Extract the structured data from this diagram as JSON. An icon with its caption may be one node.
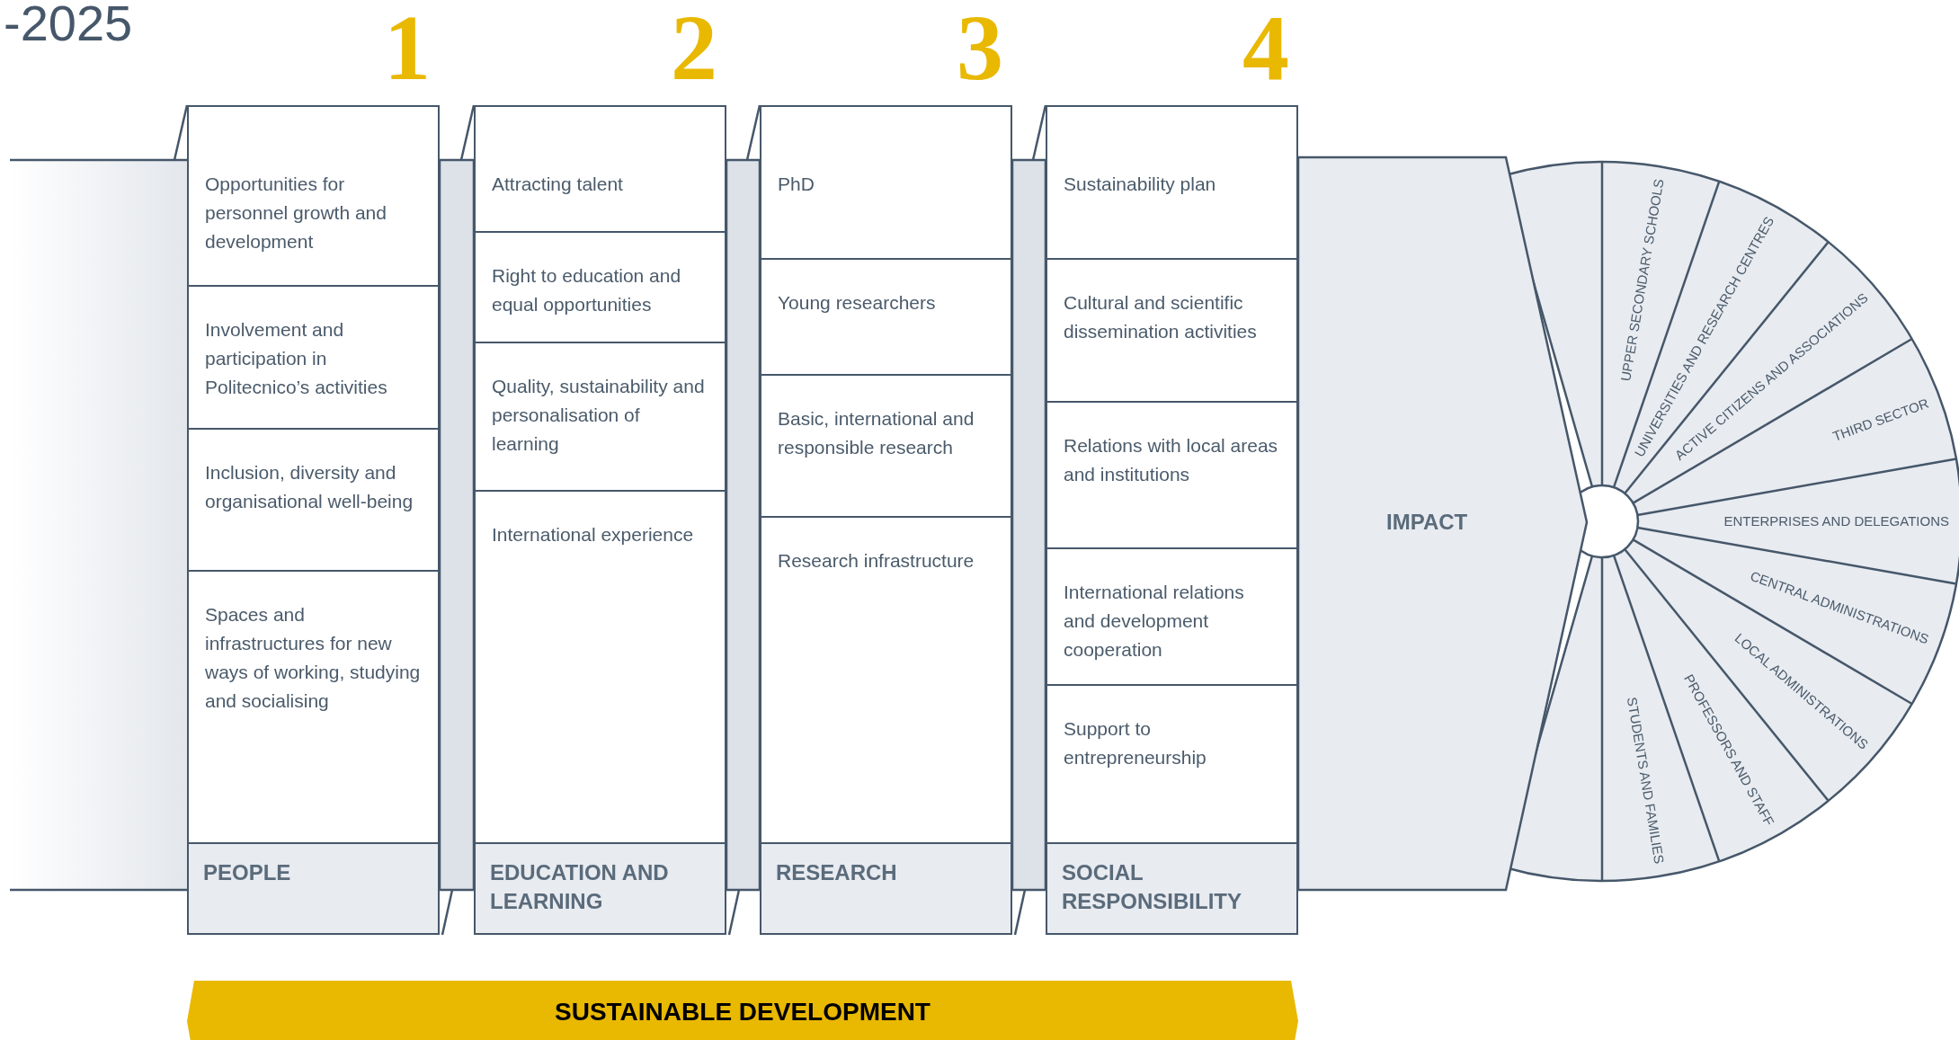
{
  "diagram": {
    "nodes": [
      {
        "text": [
          "PEOPLE"
        ],
        "beside": [
          "1"
        ]
      },
      {
        "text": [
          "Opportunities for personnel growth and development"
        ],
        "in": 0
      },
      {
        "text": [
          "Involvement and participation in Politecnico’s activities"
        ],
        "in": 0
      },
      {
        "text": [
          "Inclusion, diversity and organisational well-being"
        ],
        "in": 0
      },
      {
        "text": [
          "Spaces and infrastructures for new ways of working, studying and socialising"
        ],
        "in": 0
      },
      {
        "text": [
          "EDUCATION AND LEARNING"
        ],
        "beside": [
          "2"
        ]
      },
      {
        "text": [
          "Attracting talent"
        ],
        "in": 5
      },
      {
        "text": [
          "Right to education and equal opportunities"
        ],
        "in": 5
      },
      {
        "text": [
          "Quality, sustainability and personalisation of learning"
        ],
        "in": 5
      },
      {
        "text": [
          "International experience"
        ],
        "in": 5
      },
      {
        "text": [
          "RESEARCH"
        ],
        "beside": [
          "3"
        ]
      },
      {
        "text": [
          "PhD"
        ],
        "in": 10
      },
      {
        "text": [
          "Young researchers"
        ],
        "in": 10
      },
      {
        "text": [
          "Basic, international and responsible research"
        ],
        "in": 10
      },
      {
        "text": [
          "Research infrastructure"
        ],
        "in": 10
      },
      {
        "text": [
          "SOCIAL RESPONSIBILITY"
        ],
        "beside": [
          "4"
        ]
      },
      {
        "text": [
          "Sustainability plan"
        ],
        "in": 15
      },
      {
        "text": [
          "Cultural and scientific dissemination activities"
        ],
        "in": 15
      },
      {
        "text": [
          "Relations with local areas and institutions"
        ],
        "in": 15
      },
      {
        "text": [
          "International relations and development cooperation"
        ],
        "in": 15
      },
      {
        "text": [
          "Support to entrepreneurship"
        ],
        "in": 15
      },
      {
        "text": [
          "IMPACT"
        ]
      },
      {
        "text": [
          "UPPER SECONDARY SCHOOLS"
        ]
      },
      {
        "text": [
          "UNIVERSITIES AND RESEARCH CENTRES"
        ]
      },
      {
        "text": [
          "ACTIVE CITIZENS AND ASSOCIATIONS"
        ]
      },
      {
        "text": [
          "THIRD SECTOR"
        ]
      },
      {
        "text": [
          "ENTERPRISES AND DELEGATIONS"
        ]
      },
      {
        "text": [
          "CENTRAL ADMINISTRATIONS"
        ]
      },
      {
        "text": [
          "LOCAL ADMINISTRATIONS"
        ]
      },
      {
        "text": [
          "PROFESSORS AND STAFF"
        ]
      },
      {
        "text": [
          "STUDENTS AND FAMILIES"
        ]
      },
      {
        "text": [
          "SUSTAINABLE DEVELOPMENT"
        ]
      }
    ],
    "labels": [
      "-2025"
    ]
  }
}
